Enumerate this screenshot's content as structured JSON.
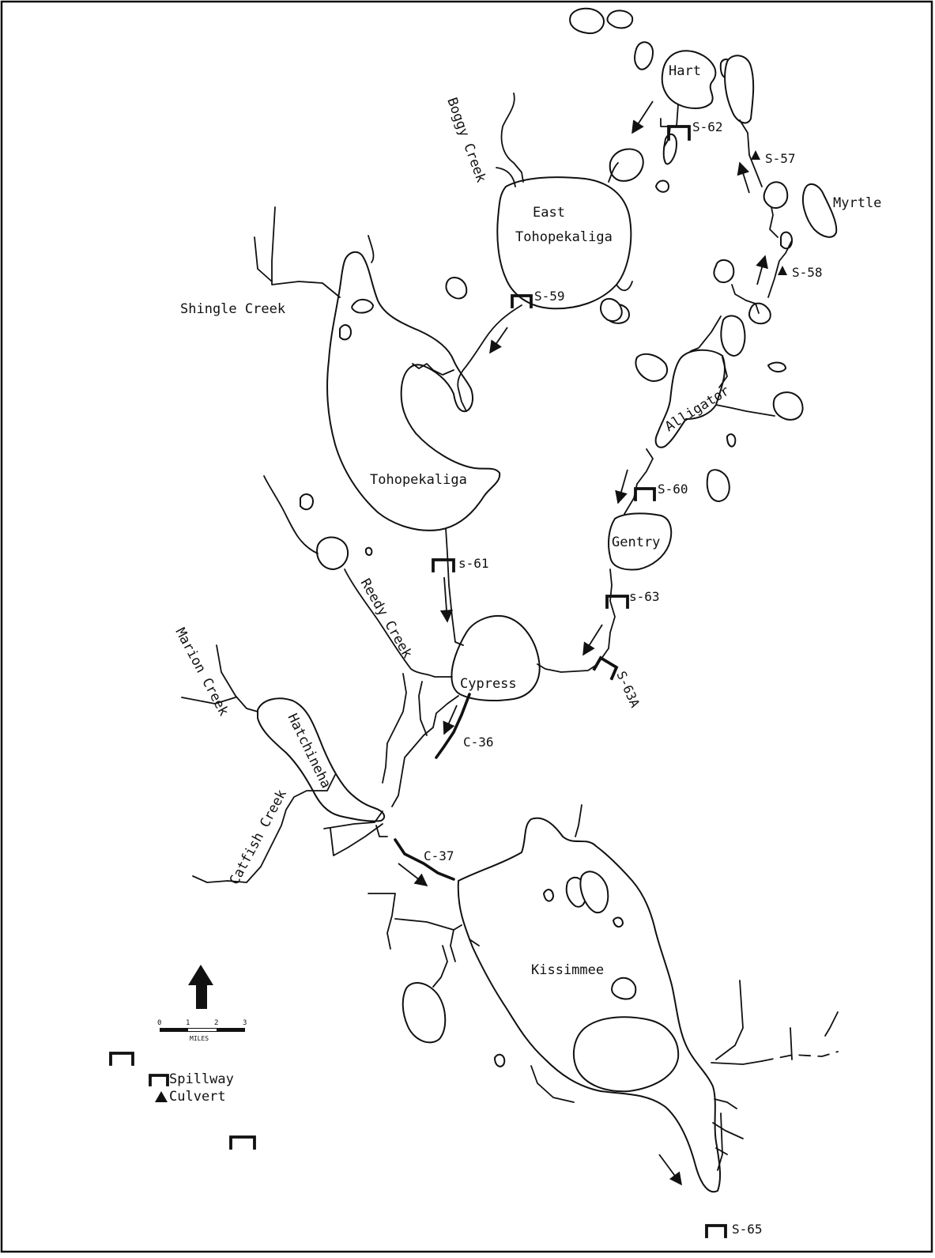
{
  "lakes": {
    "hart": "Hart",
    "myrtle": "Myrtle",
    "east_toho_line1": "East",
    "east_toho_line2": "Tohopekaliga",
    "tohopekaliga": "Tohopekaliga",
    "alligator": "Alligator",
    "gentry": "Gentry",
    "cypress": "Cypress",
    "hatchineha": "Hatchineha",
    "kissimmee": "Kissimmee"
  },
  "creeks": {
    "boggy": "Boggy Creek",
    "shingle": "Shingle Creek",
    "reedy": "Reedy Creek",
    "marion": "Marion Creek",
    "catfish": "Catfish Creek"
  },
  "structures": {
    "s57": "S-57",
    "s58": "S-58",
    "s59": "S-59",
    "s60": "S-60",
    "s61": "s-61",
    "s62": "S-62",
    "s63": "s-63",
    "s63a": "S-63A",
    "s65": "S-65",
    "c36": "C-36",
    "c37": "C-37"
  },
  "scale": {
    "ticks": [
      "0",
      "1",
      "2",
      "3"
    ],
    "unit": "MILES"
  },
  "legend": {
    "spillway": "Spillway",
    "culvert": "Culvert"
  },
  "icons": [
    "north-arrow-icon",
    "spillway-icon",
    "culvert-icon",
    "flow-arrow-icon"
  ]
}
